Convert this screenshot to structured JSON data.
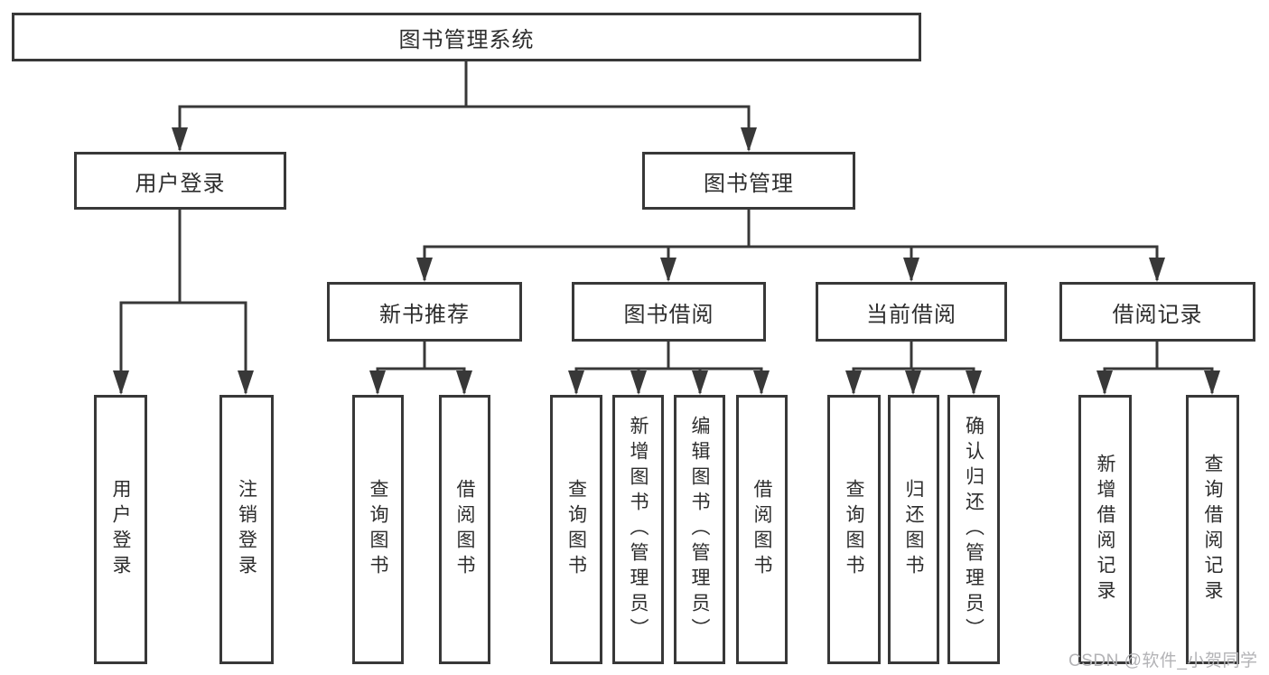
{
  "diagram_title": "图书管理系统",
  "tree": {
    "root": {
      "label": "图书管理系统"
    },
    "user_login": {
      "label": "用户登录",
      "children": {
        "login": {
          "label": "用户登录"
        },
        "logout": {
          "label": "注销登录"
        }
      }
    },
    "book_mgmt": {
      "label": "图书管理",
      "children": {
        "new_book_rec": {
          "label": "新书推荐",
          "children": {
            "query_books": {
              "label": "查询图书"
            },
            "borrow_books": {
              "label": "借阅图书"
            }
          }
        },
        "book_borrow": {
          "label": "图书借阅",
          "children": {
            "query_books": {
              "label": "查询图书"
            },
            "add_books": {
              "label": "新增图书（管理员）"
            },
            "edit_books": {
              "label": "编辑图书（管理员）"
            },
            "borrow_books": {
              "label": "借阅图书"
            }
          }
        },
        "current_borrow": {
          "label": "当前借阅",
          "children": {
            "query_books": {
              "label": "查询图书"
            },
            "return_books": {
              "label": "归还图书"
            },
            "confirm_return": {
              "label": "确认归还（管理员）"
            }
          }
        },
        "borrow_records": {
          "label": "借阅记录",
          "children": {
            "add_record": {
              "label": "新增借阅记录"
            },
            "query_record": {
              "label": "查询借阅记录"
            }
          }
        }
      }
    }
  },
  "watermark": {
    "text": "CSDN @软件_小贺同学"
  },
  "colors": {
    "line": "#383838",
    "text": "#2d2d2d",
    "box_background": "#ffffff",
    "page_background": "#ffffff",
    "watermark": "#b3b3b6"
  }
}
